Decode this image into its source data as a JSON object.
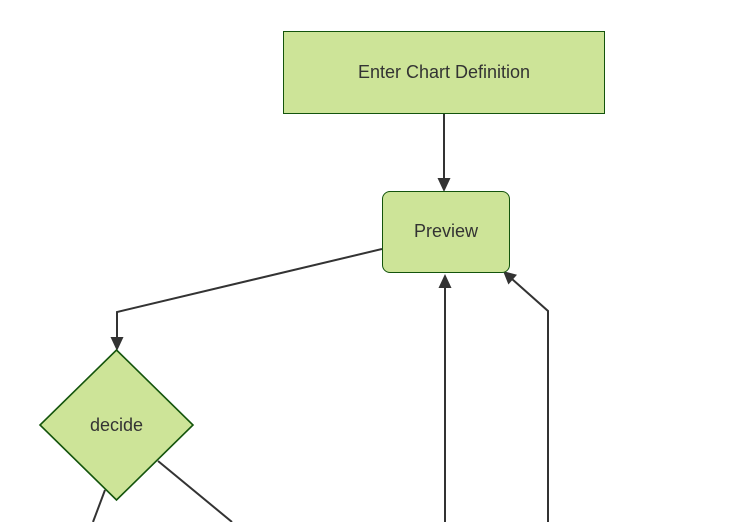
{
  "diagram": {
    "type": "flowchart",
    "colors": {
      "background": "#ffffff",
      "node_fill": "#cde498",
      "node_border": "#13540c",
      "edge": "#333333",
      "text": "#333333"
    },
    "nodes": [
      {
        "id": "enter-chart-definition",
        "label": "Enter Chart Definition",
        "shape": "rectangle"
      },
      {
        "id": "preview",
        "label": "Preview",
        "shape": "rounded-rectangle"
      },
      {
        "id": "decide",
        "label": "decide",
        "shape": "diamond"
      }
    ],
    "edges": [
      {
        "from": "enter-chart-definition",
        "to": "preview",
        "arrowhead_visible": true
      },
      {
        "from": "preview",
        "to": "decide",
        "arrowhead_visible": true
      },
      {
        "from": "offscreen-bottom-center",
        "to": "preview",
        "arrowhead_visible": true
      },
      {
        "from": "offscreen-bottom-right",
        "to": "preview",
        "arrowhead_visible": true
      },
      {
        "from": "decide",
        "to": "offscreen-bottom-left",
        "arrowhead_visible": false
      },
      {
        "from": "decide",
        "to": "offscreen-bottom-right",
        "arrowhead_visible": false
      }
    ]
  }
}
